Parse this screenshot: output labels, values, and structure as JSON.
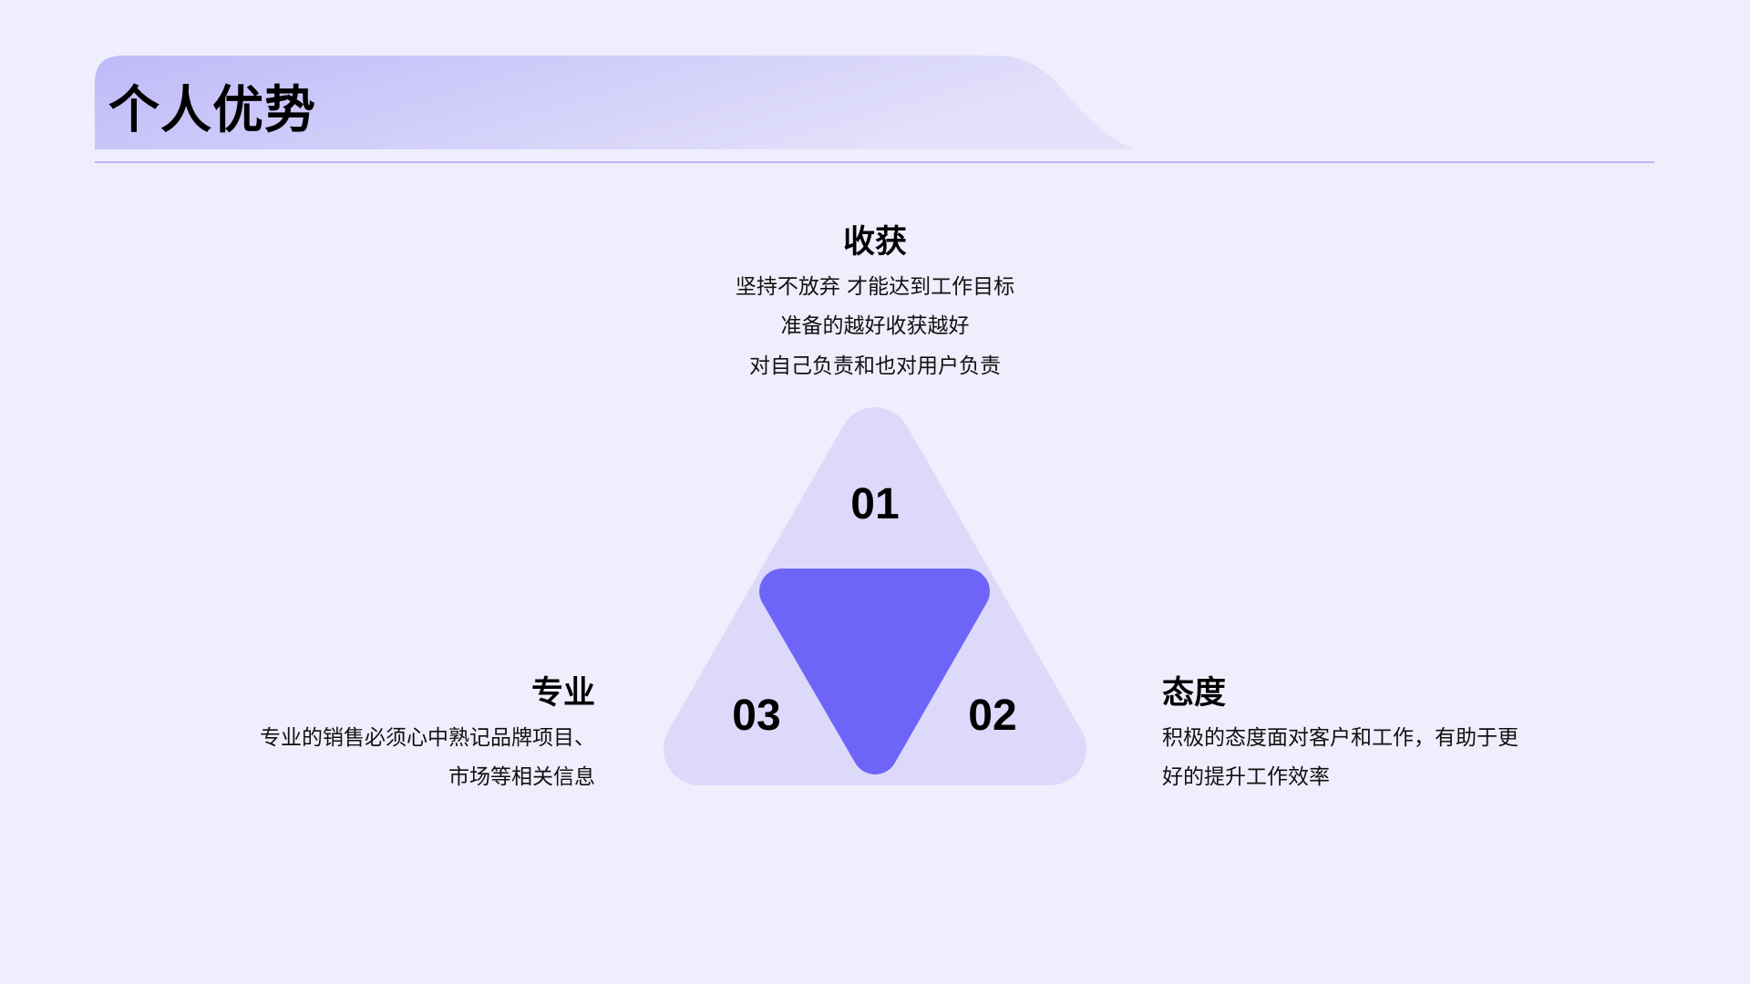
{
  "header": {
    "title": "个人优势"
  },
  "colors": {
    "background": "#efeefc",
    "band_start": "#bfbaf8",
    "band_end": "#e4e2fb",
    "outer_triangle": "#dcd9fb",
    "inner_triangle": "#6e65f8",
    "divider": "#bdb8f5"
  },
  "sections": [
    {
      "number": "01",
      "title": "收获",
      "lines": [
        "坚持不放弃 才能达到工作目标",
        "准备的越好收获越好",
        "对自己负责和也对用户负责"
      ]
    },
    {
      "number": "02",
      "title": "态度",
      "lines": [
        "积极的态度面对客户和工作，有助于更",
        "好的提升工作效率"
      ]
    },
    {
      "number": "03",
      "title": "专业",
      "lines": [
        "专业的销售必须心中熟记品牌项目、",
        "市场等相关信息"
      ]
    }
  ]
}
